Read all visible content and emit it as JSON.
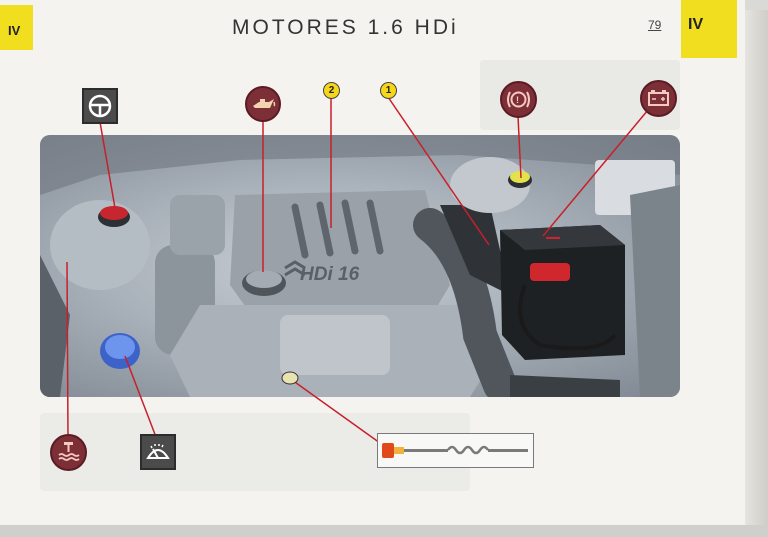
{
  "header": {
    "chapter_left": "IV",
    "title": "MOTORES 1.6 HDi",
    "page_number": "79",
    "chapter_right": "IV"
  },
  "engine_cover_label": "HDi 16",
  "callouts": {
    "badge_1": "1",
    "badge_2": "2"
  },
  "icons": [
    "steering-fluid-icon",
    "engine-oil-icon",
    "brake-fluid-icon",
    "battery-icon",
    "coolant-icon",
    "washer-fluid-icon",
    "dipstick-icon"
  ],
  "colors": {
    "tab_yellow": "#f1de1f",
    "callout_red": "#c8202a",
    "icon_maroon": "#7d2f38"
  }
}
